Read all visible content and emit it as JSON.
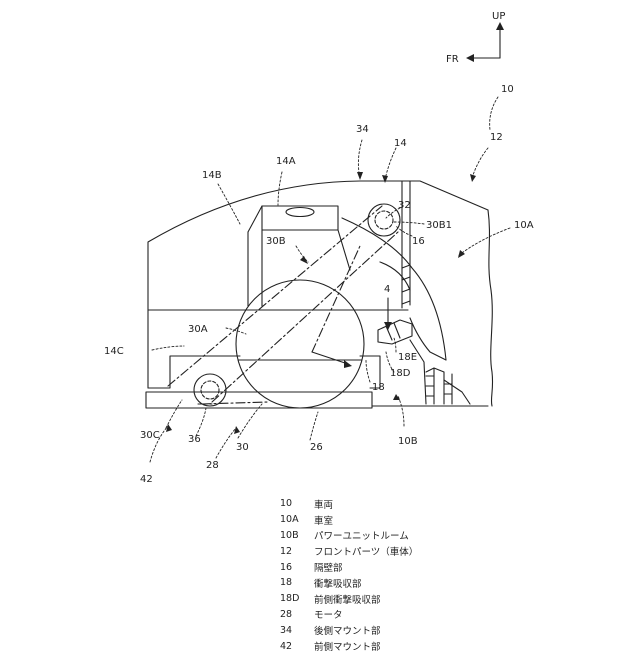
{
  "axes": {
    "up": "UP",
    "front": "FR"
  },
  "labels": {
    "l10": "10",
    "l12": "12",
    "l34": "34",
    "l14": "14",
    "l14a": "14A",
    "l14b": "14B",
    "l32": "32",
    "l30b1": "30B1",
    "l16": "16",
    "l10a": "10A",
    "l30b": "30B",
    "l4": "4",
    "l30a": "30A",
    "l14c": "14C",
    "l18e": "18E",
    "l18d": "18D",
    "l18": "18",
    "l30c": "30C",
    "l36": "36",
    "l30": "30",
    "l26": "26",
    "l10b": "10B",
    "l28": "28",
    "l42": "42"
  },
  "legend": [
    {
      "ref": "10",
      "name": "車両"
    },
    {
      "ref": "10A",
      "name": "車室"
    },
    {
      "ref": "10B",
      "name": "パワーユニットルーム"
    },
    {
      "ref": "12",
      "name": "フロントパーツ（車体）"
    },
    {
      "ref": "16",
      "name": "隔壁部"
    },
    {
      "ref": "18",
      "name": "衝撃吸収部"
    },
    {
      "ref": "18D",
      "name": "前側衝撃吸収部"
    },
    {
      "ref": "28",
      "name": "モータ"
    },
    {
      "ref": "34",
      "name": "後側マウント部"
    },
    {
      "ref": "42",
      "name": "前側マウント部"
    }
  ]
}
